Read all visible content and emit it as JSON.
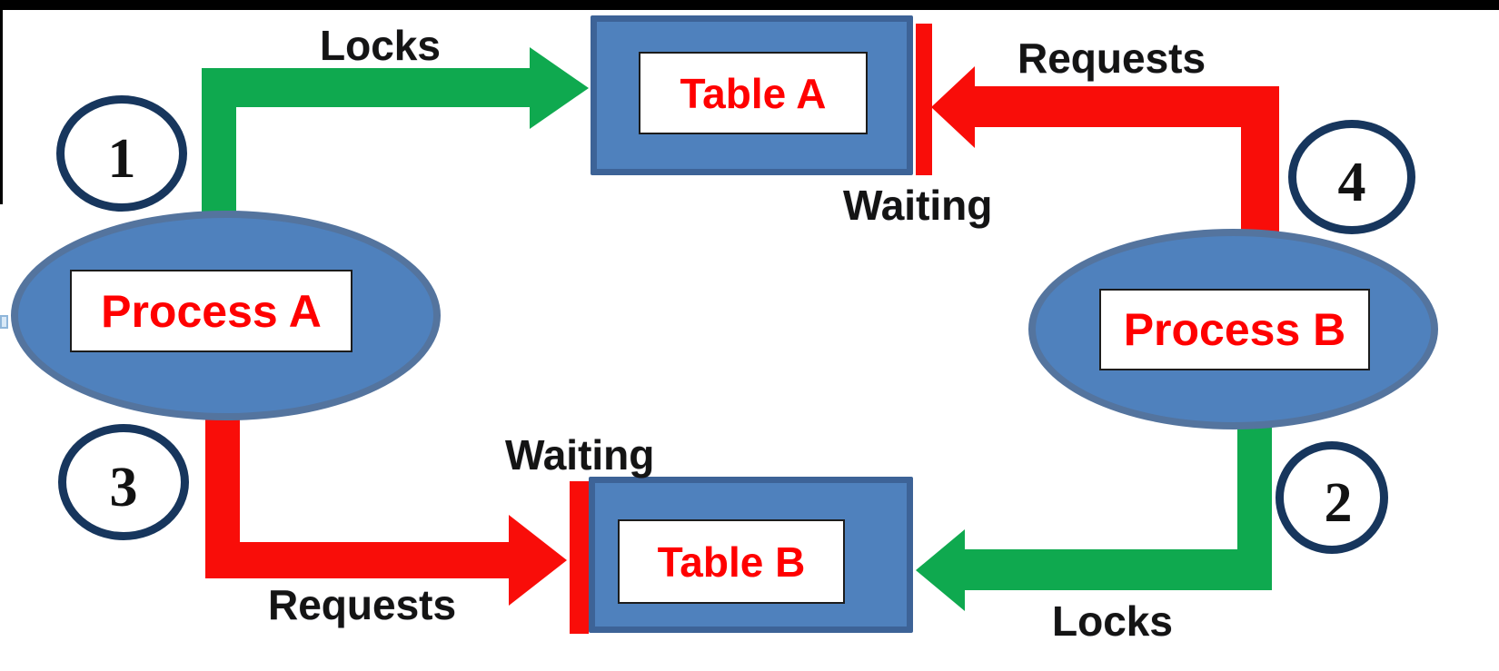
{
  "nodes": {
    "process_a": {
      "label": "Process A"
    },
    "process_b": {
      "label": "Process B"
    },
    "table_a": {
      "label": "Table A"
    },
    "table_b": {
      "label": "Table B"
    }
  },
  "edges": {
    "step1": {
      "number": "1",
      "label": "Locks",
      "from": "Process A",
      "to": "Table A",
      "color": "#0fa94f"
    },
    "step2": {
      "number": "2",
      "label": "Locks",
      "from": "Process B",
      "to": "Table B",
      "color": "#0fa94f"
    },
    "step3": {
      "number": "3",
      "label": "Requests",
      "status": "Waiting",
      "from": "Process A",
      "to": "Table B",
      "color": "#f90d09"
    },
    "step4": {
      "number": "4",
      "label": "Requests",
      "status": "Waiting",
      "from": "Process B",
      "to": "Table A",
      "color": "#f90d09"
    }
  },
  "colors": {
    "node_fill": "#4f81bd",
    "box_border": "#3d6397",
    "ellipse_border": "#54749e",
    "lock_green": "#0fa94f",
    "request_red": "#f90d09",
    "circle_border": "#17365d",
    "node_text": "#ff0000",
    "label_text": "#141414"
  }
}
